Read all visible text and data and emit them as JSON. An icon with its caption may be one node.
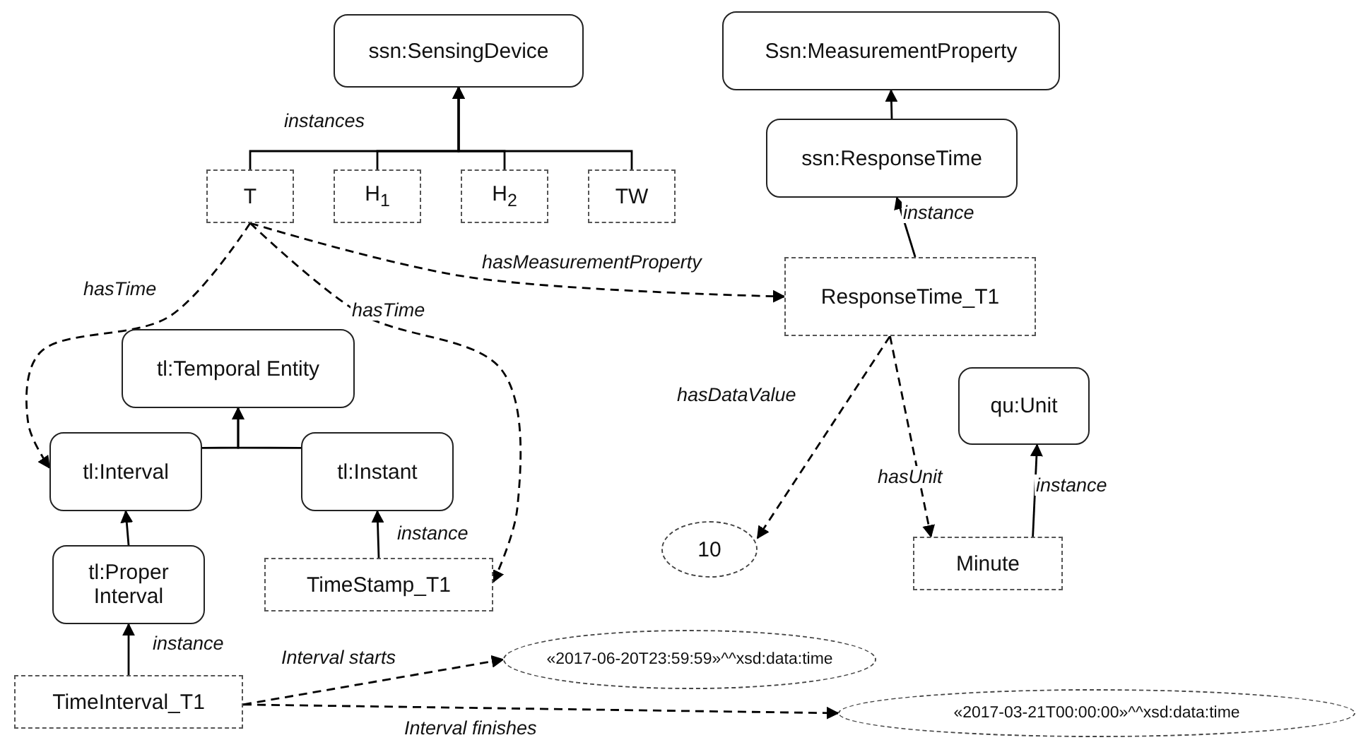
{
  "diagram": {
    "nodes": [
      {
        "text": [
          "ssn:SensingDevice"
        ]
      },
      {
        "text": [
          "T"
        ]
      },
      {
        "text": [
          "H$_{1}$"
        ]
      },
      {
        "text": [
          "H$_{2}$"
        ]
      },
      {
        "text": [
          "TW"
        ]
      },
      {
        "text": [
          "Ssn:MeasurementProperty"
        ]
      },
      {
        "text": [
          "ssn:ResponseTime"
        ]
      },
      {
        "text": [
          "ResponseTime_T1"
        ]
      },
      {
        "text": [
          "tl:Temporal Entity"
        ]
      },
      {
        "text": [
          "tl:Interval"
        ]
      },
      {
        "text": [
          "tl:Instant"
        ]
      },
      {
        "text": [
          "tl:Proper Interval"
        ]
      },
      {
        "text": [
          "TimeStamp_T1"
        ]
      },
      {
        "text": [
          "10"
        ]
      },
      {
        "text": [
          "qu:Unit"
        ]
      },
      {
        "text": [
          "Minute"
        ]
      },
      {
        "text": [
          "TimeInterval_T1"
        ]
      },
      {
        "text": [
          "«2017-06-20T23:59:59»^^xsd:data:time"
        ]
      },
      {
        "text": [
          "«2017-03-21T00:00:00»^^xsd:data:time"
        ]
      }
    ],
    "edges": [
      {
        "from": 1,
        "to": 0,
        "arrow": "to",
        "label": "instances"
      },
      {
        "from": 2,
        "to": 0,
        "arrow": "to"
      },
      {
        "from": 3,
        "to": 0,
        "arrow": "to"
      },
      {
        "from": 4,
        "to": 0,
        "arrow": "to"
      },
      {
        "from": 6,
        "to": 5,
        "arrow": "to"
      },
      {
        "from": 7,
        "to": 6,
        "arrow": "to",
        "label": "instance"
      },
      {
        "from": 1,
        "to": 7,
        "arrow": "to",
        "label": "hasMeasurementProperty",
        "style": "dashed"
      },
      {
        "from": 1,
        "to": 9,
        "arrow": "to",
        "label": "hasTime",
        "style": "dashed"
      },
      {
        "from": 1,
        "to": 12,
        "arrow": "to",
        "label": "hasTime",
        "style": "dashed"
      },
      {
        "from": 9,
        "to": 8,
        "arrow": "to"
      },
      {
        "from": 10,
        "to": 8,
        "arrow": "to"
      },
      {
        "from": 11,
        "to": 9,
        "arrow": "to"
      },
      {
        "from": 12,
        "to": 10,
        "arrow": "to",
        "label": "instance"
      },
      {
        "from": 16,
        "to": 11,
        "arrow": "to",
        "label": "instance"
      },
      {
        "from": 7,
        "to": 13,
        "arrow": "to",
        "label": "hasDataValue",
        "style": "dashed"
      },
      {
        "from": 7,
        "to": 15,
        "arrow": "to",
        "label": "hasUnit",
        "style": "dashed"
      },
      {
        "from": 15,
        "to": 14,
        "arrow": "to",
        "label": "instance"
      },
      {
        "from": 16,
        "to": 17,
        "arrow": "to",
        "label": "Interval starts",
        "style": "dashed"
      },
      {
        "from": 16,
        "to": 18,
        "arrow": "to",
        "label": "Interval finishes",
        "style": "dashed"
      }
    ]
  }
}
